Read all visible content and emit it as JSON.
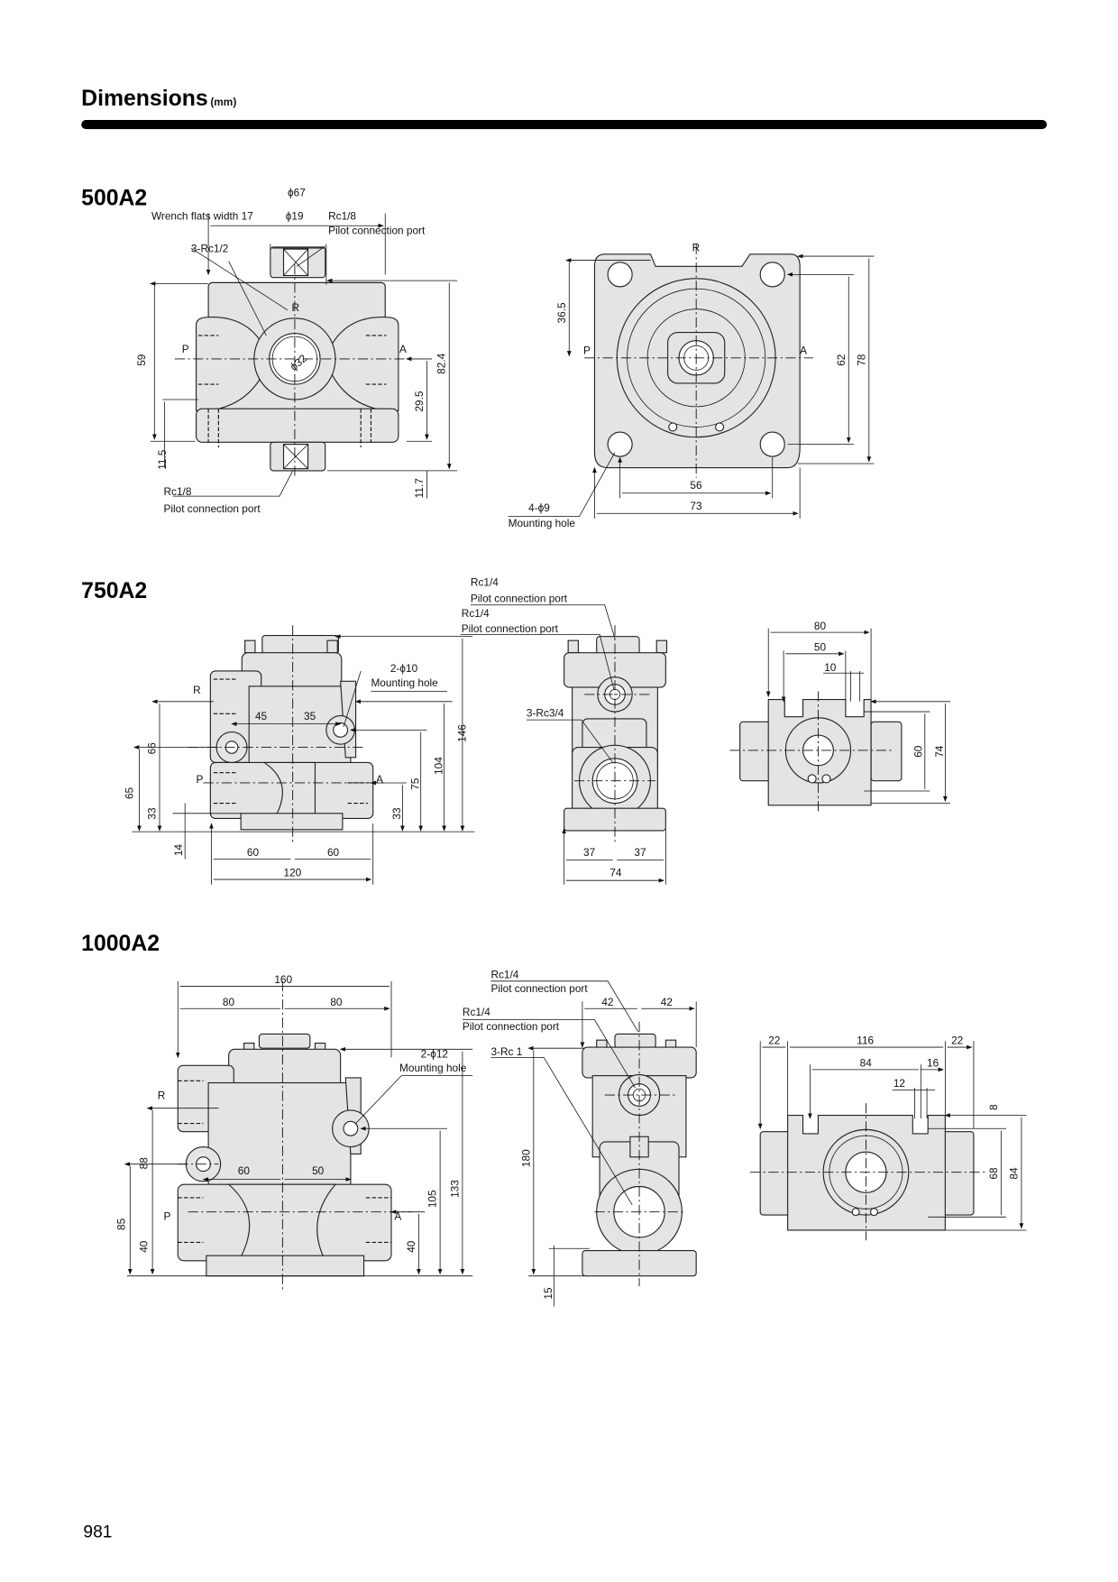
{
  "header": {
    "title": "Dimensions",
    "unit": "(mm)"
  },
  "page_number": "981",
  "models": {
    "m500": {
      "title": "500A2",
      "front": {
        "phi67": "ϕ67",
        "phi19": "ϕ19",
        "wrench": "Wrench flats width 17",
        "rc18_top": "Rc1/8",
        "pilot_top": "Pilot connection port",
        "ports": "3-Rc1/2",
        "r": "R",
        "p": "P",
        "a": "A",
        "phi32": "ϕ32",
        "d59": "59",
        "d824": "82.4",
        "d295": "29.5",
        "d115": "11.5",
        "d117": "11.7",
        "rc18_bot": "Rc1/8",
        "pilot_bot": "Pilot connection port"
      },
      "top": {
        "r": "R",
        "p": "P",
        "a": "A",
        "d365": "36.5",
        "d62": "62",
        "d78": "78",
        "d56": "56",
        "d73": "73",
        "holes": "4-ϕ9",
        "mount": "Mounting hole"
      }
    },
    "m750": {
      "title": "750A2",
      "front": {
        "r": "R",
        "p": "P",
        "a": "A",
        "d45": "45",
        "d35": "35",
        "holes": "2-ϕ10",
        "mount": "Mounting hole",
        "d66": "66",
        "d65": "65",
        "d33l": "33",
        "d14": "14",
        "d33r": "33",
        "d75": "75",
        "d104": "104",
        "d146": "146",
        "d60l": "60",
        "d60r": "60",
        "d120": "120"
      },
      "side": {
        "rc14a": "Rc1/4",
        "pilot_a": "Pilot connection port",
        "rc14b": "Rc1/4",
        "pilot_b": "Pilot connection port",
        "ports": "3-Rc3/4",
        "d37l": "37",
        "d37r": "37",
        "d74": "74"
      },
      "bottom": {
        "d80": "80",
        "d50": "50",
        "d10": "10",
        "d60": "60",
        "d74": "74"
      }
    },
    "m1000": {
      "title": "1000A2",
      "front": {
        "d160": "160",
        "d80l": "80",
        "d80r": "80",
        "holes": "2-ϕ12",
        "mount": "Mounting hole",
        "r": "R",
        "p": "P",
        "a": "A",
        "d60": "60",
        "d50": "50",
        "d88": "88",
        "d85": "85",
        "d40l": "40",
        "d40r": "40",
        "d105": "105",
        "d133": "133"
      },
      "side": {
        "rc14a": "Rc1/4",
        "pilot_a": "Pilot connection port",
        "rc14b": "Rc1/4",
        "pilot_b": "Pilot connection port",
        "ports": "3-Rc 1",
        "d42l": "42",
        "d42r": "42",
        "d180": "180",
        "d15": "15"
      },
      "bottom": {
        "d22l": "22",
        "d116": "116",
        "d22r": "22",
        "d84": "84",
        "d16": "16",
        "d12": "12",
        "d8": "8",
        "d68": "68",
        "d84v": "84"
      }
    }
  }
}
